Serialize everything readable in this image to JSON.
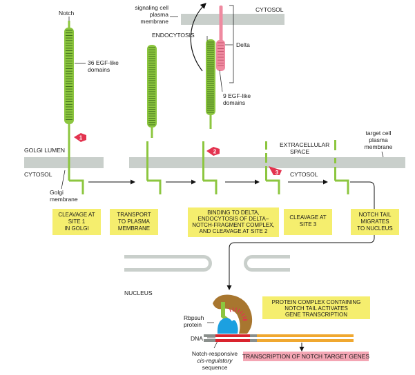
{
  "labels": {
    "notch": "Notch",
    "egf36_line1": "36 EGF-like",
    "egf36_line2": "domains",
    "golgi_lumen": "GOLGI LUMEN",
    "cytosol_left": "CYTOSOL",
    "golgi_membrane_line1": "Golgi",
    "golgi_membrane_line2": "membrane",
    "signaling_line1": "signaling cell",
    "signaling_line2": "plasma",
    "signaling_line3": "membrane",
    "endocytosis": "ENDOCYTOSIS",
    "cytosol_top": "CYTOSOL",
    "delta": "Delta",
    "egf9_line1": "9 EGF-like",
    "egf9_line2": "domains",
    "extracellular_line1": "EXTRACELLULAR",
    "extracellular_line2": "SPACE",
    "target_line1": "target cell",
    "target_line2": "plasma",
    "target_line3": "membrane",
    "cytosol_mid": "CYTOSOL",
    "nucleus": "NUCLEUS",
    "rbpsuh_line1": "Rbpsuh",
    "rbpsuh_line2": "protein",
    "dna": "DNA",
    "cre_line1": "Notch-responsive",
    "cre_line2": "cis-regulatory",
    "cre_line3": "sequence"
  },
  "site_numbers": [
    "1",
    "2",
    "3"
  ],
  "step_boxes": [
    {
      "line1": "CLEAVAGE AT",
      "line2": "SITE 1",
      "line3": "IN GOLGI"
    },
    {
      "line1": "TRANSPORT",
      "line2": "TO PLASMA",
      "line3": "MEMBRANE"
    },
    {
      "line1": "BINDING TO DELTA,",
      "line2": "ENDOCYTOSIS OF DELTA–",
      "line3": "NOTCH-FRAGMENT COMPLEX,",
      "line4": "AND CLEAVAGE AT SITE 2"
    },
    {
      "line1": "CLEAVAGE AT",
      "line2": "SITE 3"
    },
    {
      "line1": "NOTCH TAIL",
      "line2": "MIGRATES",
      "line3": "TO NUCLEUS"
    }
  ],
  "protein_complex_box": {
    "line1": "PROTEIN COMPLEX CONTAINING",
    "line2": "NOTCH TAIL ACTIVATES",
    "line3": "GENE TRANSCRIPTION"
  },
  "transcription_box": "TRANSCRIPTION OF NOTCH TARGET GENES",
  "colors": {
    "notch_green": "#8cc63f",
    "delta_pink": "#ef8aa0",
    "membrane_gray": "#c9cfcb",
    "box_yellow": "#f5ee6e",
    "box_pink": "#f4a6b4",
    "protease_red": "#e3334f",
    "complex_brown": "#a8762f",
    "rbpsuh_blue": "#1ca0e0",
    "dna_orange": "#f0a830",
    "dna_red": "#d9242e"
  }
}
